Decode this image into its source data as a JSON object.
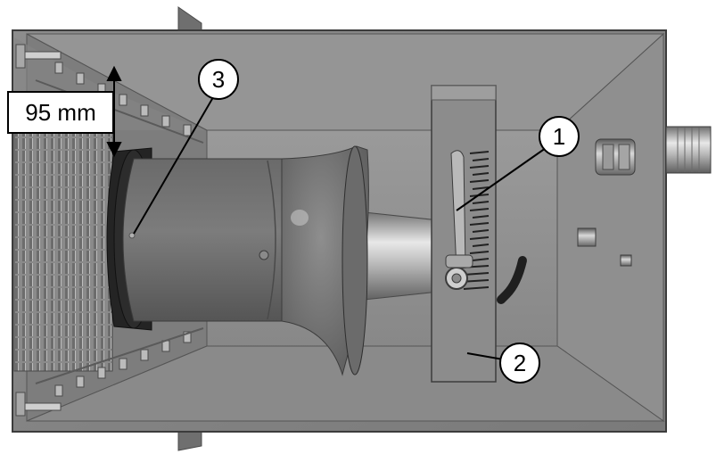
{
  "dimension": {
    "label": "95 mm"
  },
  "callouts": [
    {
      "number": "1"
    },
    {
      "number": "2"
    },
    {
      "number": "3"
    }
  ]
}
